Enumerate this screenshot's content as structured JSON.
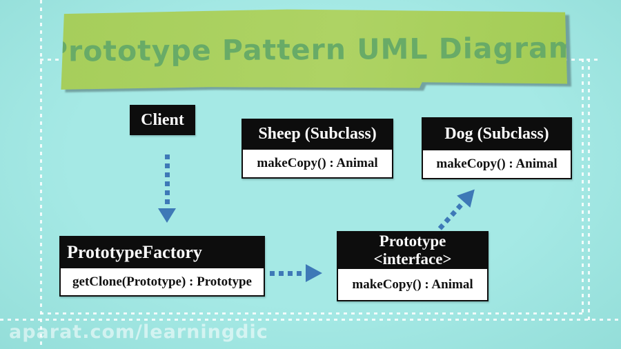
{
  "banner": {
    "title": "Prototype Pattern UML Diagram"
  },
  "diagram": {
    "classes": [
      {
        "name": "Client",
        "methods": []
      },
      {
        "name": "Sheep (Subclass)",
        "methods": [
          "makeCopy() : Animal"
        ]
      },
      {
        "name": "Dog (Subclass)",
        "methods": [
          "makeCopy() : Animal"
        ]
      },
      {
        "name": "PrototypeFactory",
        "methods": [
          "getClone(Prototype) : Prototype"
        ]
      },
      {
        "name": "Prototype",
        "stereotype": "<interface>",
        "methods": [
          "makeCopy() : Animal"
        ]
      }
    ],
    "relations": [
      {
        "from": "Client",
        "to": "PrototypeFactory",
        "style": "dotted-arrow",
        "direction": "down"
      },
      {
        "from": "PrototypeFactory",
        "to": "Prototype",
        "style": "dotted-arrow",
        "direction": "right"
      },
      {
        "from": "Prototype",
        "to": "Dog (Subclass)",
        "style": "dotted-arrow",
        "direction": "up-right"
      }
    ]
  },
  "watermark": "aparat.com/learningdic",
  "colors": {
    "background": "#a5e9e5",
    "banner_green": "#a6ce5b",
    "banner_text": "#68ab67",
    "arrow_blue": "#3e79b7",
    "box_black": "#0d0d0d",
    "dashed_border": "#ffffff"
  }
}
